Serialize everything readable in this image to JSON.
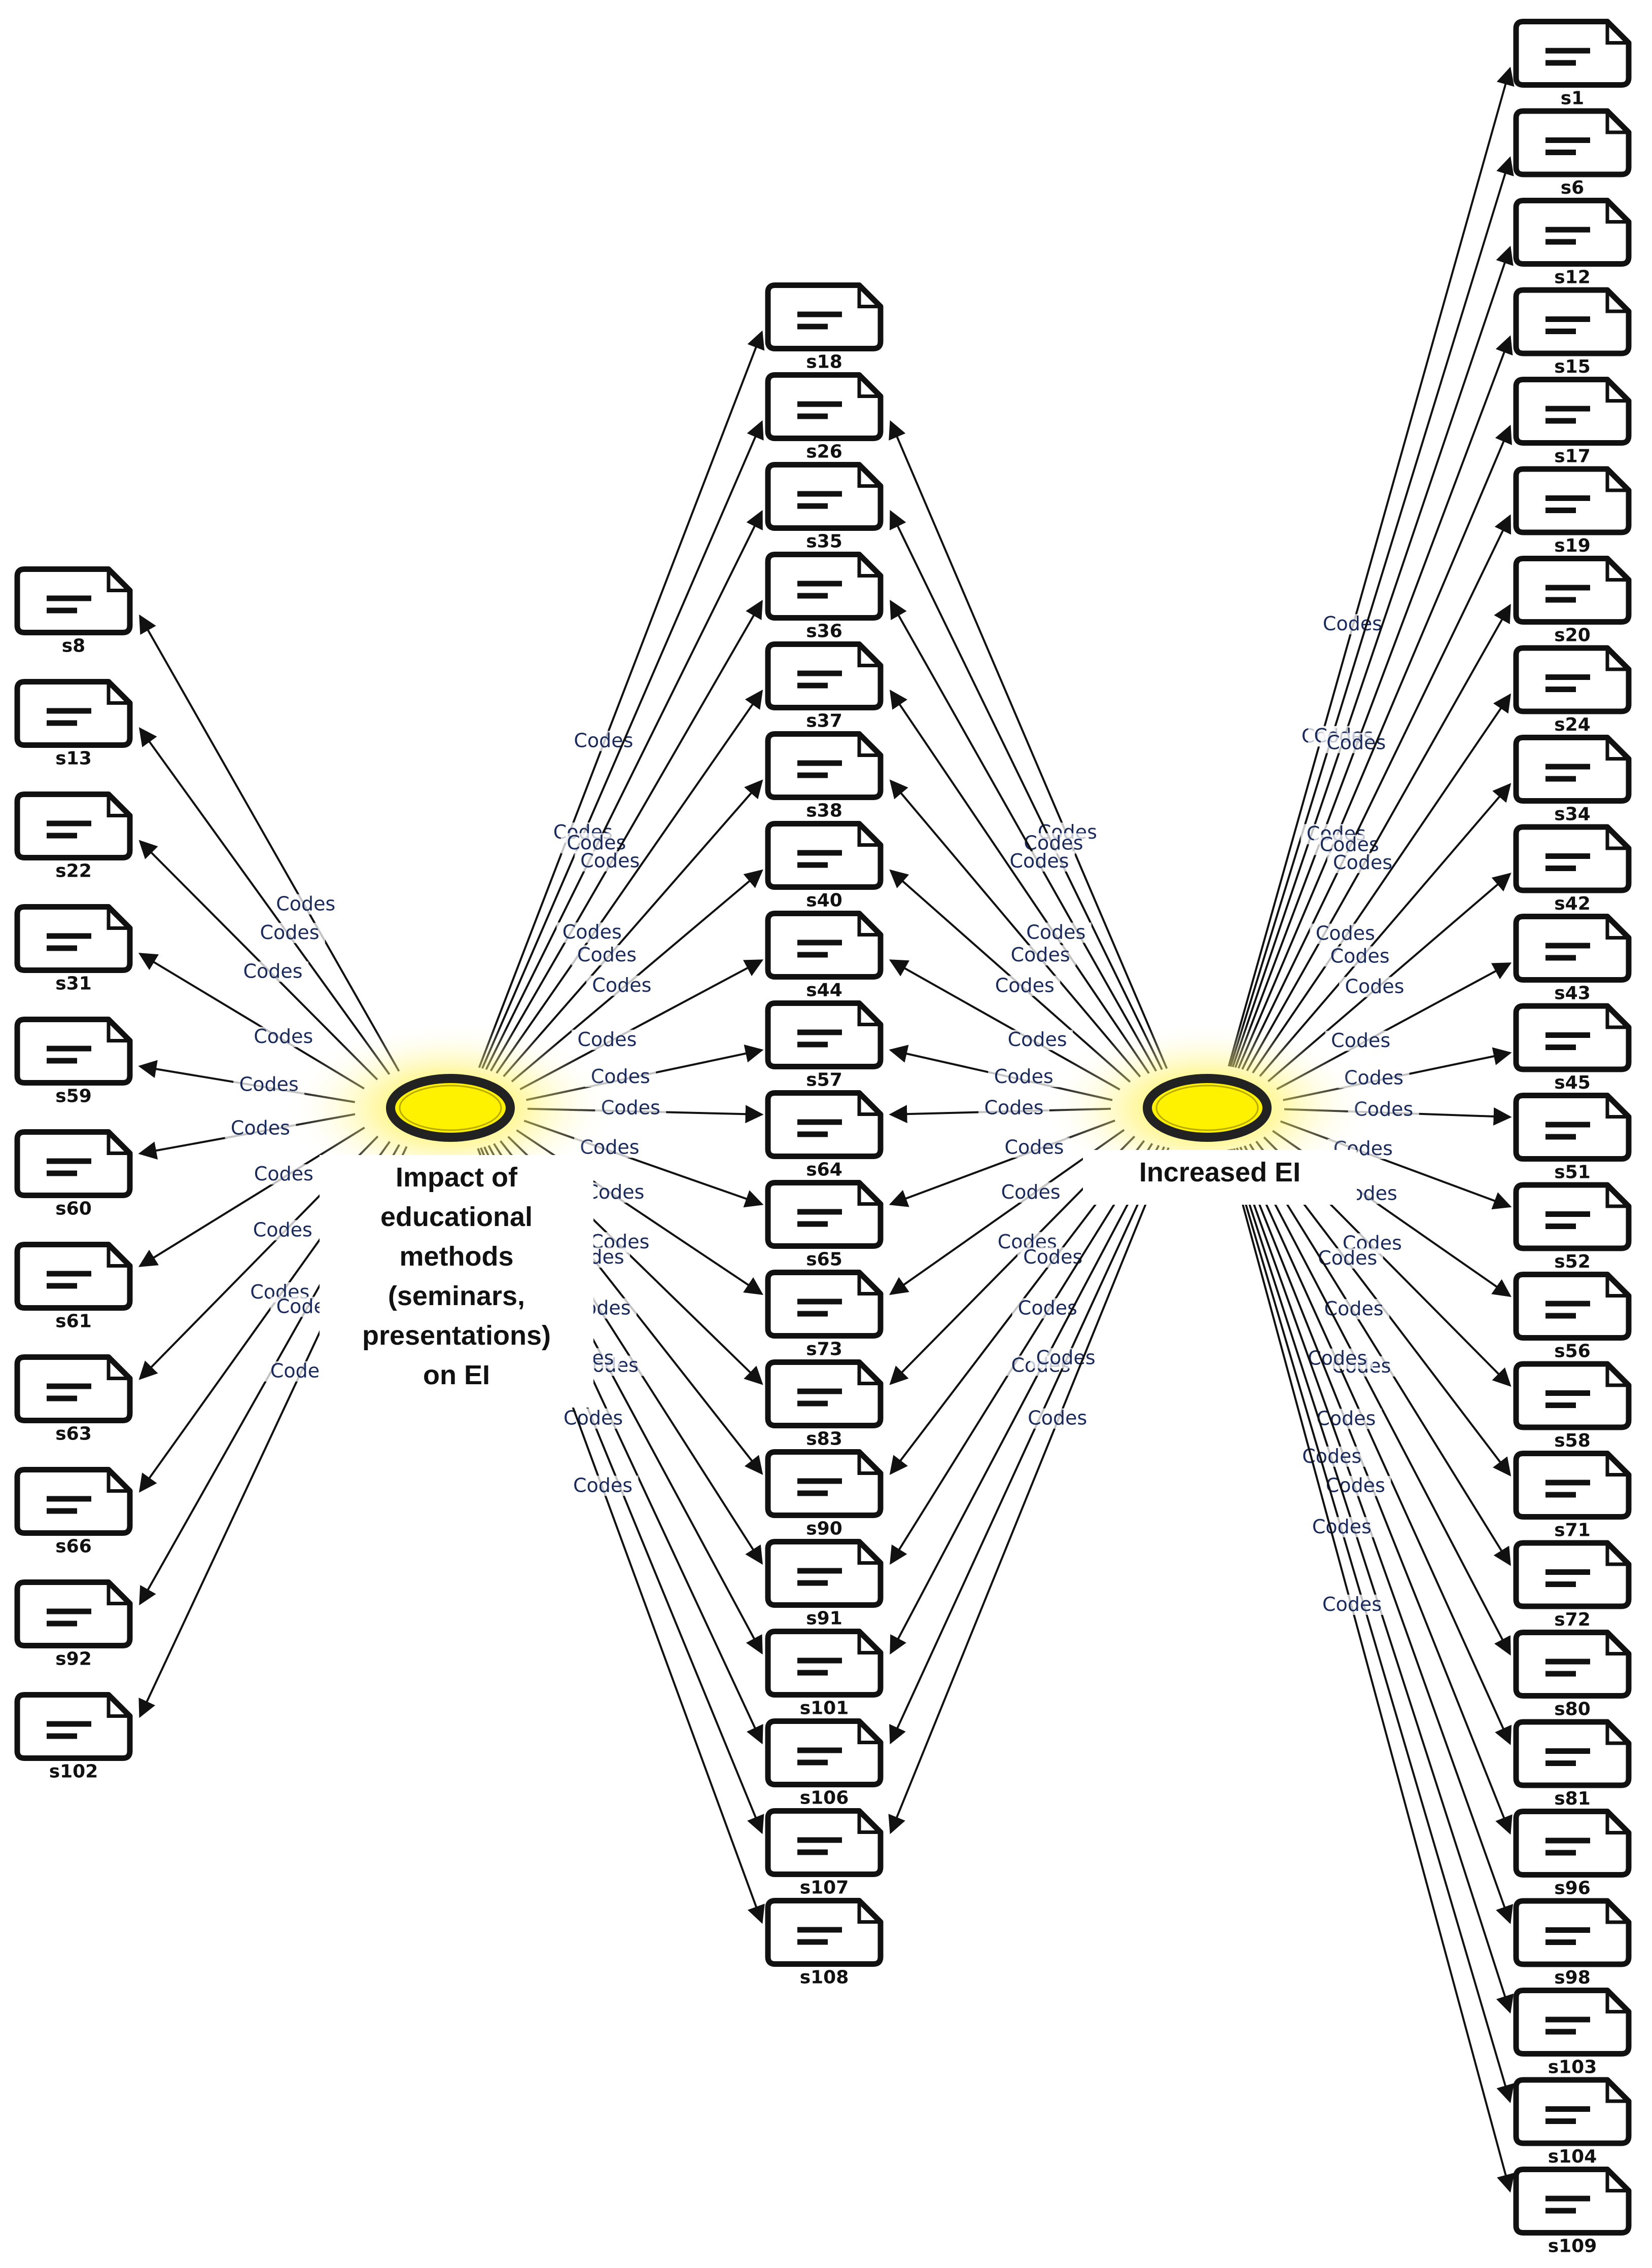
{
  "edge_label": "Codes",
  "colors": {
    "glow": "#fff200",
    "ring": "#222222",
    "line": "#111111",
    "edge_label": "#1a2a5a"
  },
  "hubs": [
    {
      "id": "hub-1",
      "label_lines": [
        "Impact of",
        "educational",
        "methods",
        "(seminars,",
        "presentations)",
        "on EI"
      ]
    },
    {
      "id": "hub-2",
      "label_lines": [
        "Increased EI"
      ]
    }
  ],
  "documents": {
    "left_column": [
      "s8",
      "s13",
      "s22",
      "s31",
      "s59",
      "s60",
      "s61",
      "s63",
      "s66",
      "s92",
      "s102"
    ],
    "middle_column": [
      "s18",
      "s26",
      "s35",
      "s36",
      "s37",
      "s38",
      "s40",
      "s44",
      "s57",
      "s64",
      "s65",
      "s73",
      "s83",
      "s90",
      "s91",
      "s101",
      "s106",
      "s107",
      "s108"
    ],
    "right_column": [
      "s1",
      "s6",
      "s12",
      "s15",
      "s17",
      "s19",
      "s20",
      "s24",
      "s34",
      "s42",
      "s43",
      "s45",
      "s51",
      "s52",
      "s56",
      "s58",
      "s71",
      "s72",
      "s80",
      "s81",
      "s96",
      "s98",
      "s103",
      "s104",
      "s109"
    ]
  },
  "links": {
    "hub-1": [
      "s8",
      "s13",
      "s22",
      "s31",
      "s59",
      "s60",
      "s61",
      "s63",
      "s66",
      "s92",
      "s102",
      "s18",
      "s26",
      "s35",
      "s36",
      "s37",
      "s38",
      "s40",
      "s44",
      "s57",
      "s64",
      "s65",
      "s73",
      "s83",
      "s90",
      "s91",
      "s101",
      "s106",
      "s107",
      "s108"
    ],
    "hub-2": [
      "s26",
      "s35",
      "s36",
      "s37",
      "s38",
      "s40",
      "s44",
      "s57",
      "s64",
      "s65",
      "s73",
      "s83",
      "s90",
      "s91",
      "s101",
      "s106",
      "s107",
      "s1",
      "s6",
      "s12",
      "s15",
      "s17",
      "s19",
      "s20",
      "s24",
      "s34",
      "s42",
      "s43",
      "s45",
      "s51",
      "s52",
      "s56",
      "s58",
      "s71",
      "s72",
      "s80",
      "s81",
      "s96",
      "s98",
      "s103",
      "s104",
      "s109"
    ]
  }
}
